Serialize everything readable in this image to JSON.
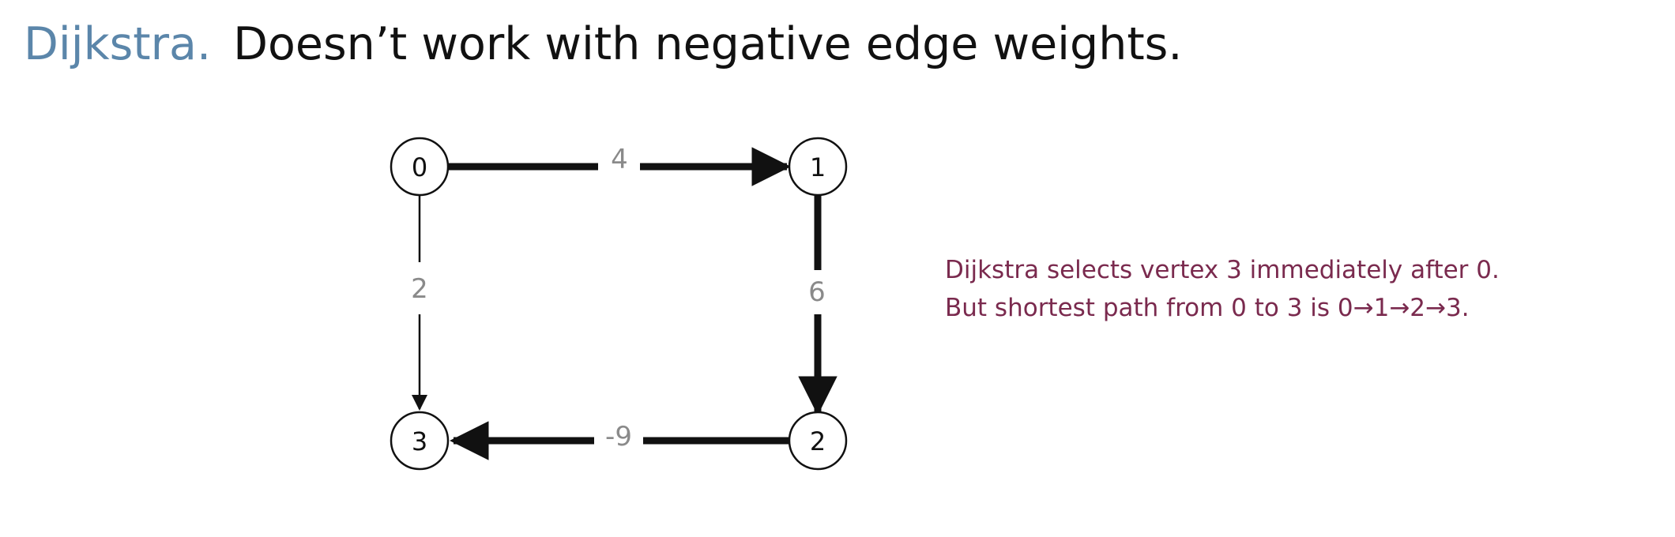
{
  "title": {
    "keyword": "Dijkstra.",
    "statement": "Doesn’t work with negative edge weights."
  },
  "graph": {
    "vertices": [
      {
        "id": "0",
        "label": "0"
      },
      {
        "id": "1",
        "label": "1"
      },
      {
        "id": "2",
        "label": "2"
      },
      {
        "id": "3",
        "label": "3"
      }
    ],
    "edges": [
      {
        "from": "0",
        "to": "1",
        "weight": "4",
        "emphasis": "thick"
      },
      {
        "from": "1",
        "to": "2",
        "weight": "6",
        "emphasis": "thick"
      },
      {
        "from": "2",
        "to": "3",
        "weight": "-9",
        "emphasis": "thick"
      },
      {
        "from": "0",
        "to": "3",
        "weight": "2",
        "emphasis": "thin"
      }
    ]
  },
  "note": {
    "line1": "Dijkstra selects vertex 3 immediately after 0.",
    "line2": "But shortest path from 0 to 3 is 0→1→2→3."
  },
  "colors": {
    "keyword": "#5b86aa",
    "note": "#7a2a4e",
    "edge": "#111111",
    "weight_label": "#8a8a8a"
  }
}
